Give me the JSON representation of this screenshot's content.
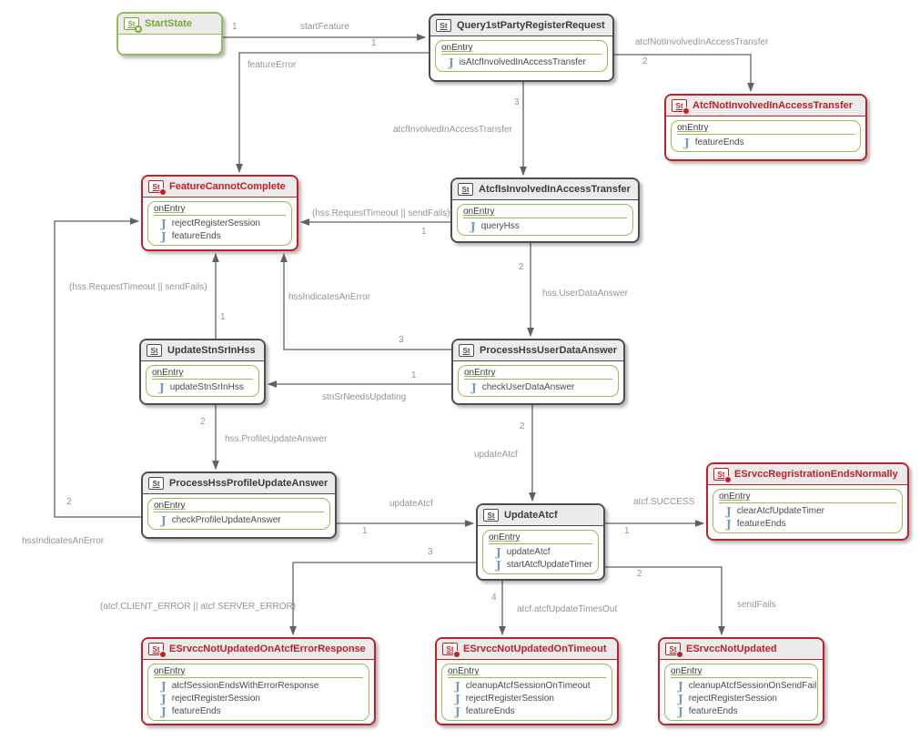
{
  "icons": {
    "state_glyph": "St",
    "action_glyph": "J"
  },
  "colors": {
    "normal_border": "#4d4d4d",
    "end_border": "#c12126",
    "start_border": "#94bd55",
    "compartment_green": "#94bd55",
    "action_icon_blue": "#7b99b5",
    "wire_grey": "#616161",
    "label_grey": "#949494"
  },
  "states": [
    {
      "title": "StartState",
      "kind": "start",
      "on_entry": "",
      "actions": []
    },
    {
      "title": "Query1stPartyRegisterRequest",
      "kind": "normal",
      "on_entry": "onEntry",
      "actions": [
        "isAtcfInvolvedInAccessTransfer"
      ]
    },
    {
      "title": "AtcfNotInvolvedInAccessTransfer",
      "kind": "end",
      "on_entry": "onEntry",
      "actions": [
        "featureEnds"
      ]
    },
    {
      "title": "FeatureCannotComplete",
      "kind": "end",
      "on_entry": "onEntry",
      "actions": [
        "rejectRegisterSession",
        "featureEnds"
      ]
    },
    {
      "title": "AtcfIsInvolvedInAccessTransfer",
      "kind": "normal",
      "on_entry": "onEntry",
      "actions": [
        "queryHss"
      ]
    },
    {
      "title": "UpdateStnSrInHss",
      "kind": "normal",
      "on_entry": "onEntry",
      "actions": [
        "updateStnSrInHss"
      ]
    },
    {
      "title": "ProcessHssUserDataAnswer",
      "kind": "normal",
      "on_entry": "onEntry",
      "actions": [
        "checkUserDataAnswer"
      ]
    },
    {
      "title": "ProcessHssProfileUpdateAnswer",
      "kind": "normal",
      "on_entry": "onEntry",
      "actions": [
        "checkProfileUpdateAnswer"
      ]
    },
    {
      "title": "UpdateAtcf",
      "kind": "normal",
      "on_entry": "onEntry",
      "actions": [
        "updateAtcf",
        "startAtcfUpdateTimer"
      ]
    },
    {
      "title": "ESrvccRegristrationEndsNormally",
      "kind": "end",
      "on_entry": "onEntry",
      "actions": [
        "clearAtcfUpdateTimer",
        "featureEnds"
      ]
    },
    {
      "title": "ESrvccNotUpdatedOnAtcfErrorResponse",
      "kind": "end",
      "on_entry": "onEntry",
      "actions": [
        "atcfSessionEndsWithErrorResponse",
        "rejectRegisterSession",
        "featureEnds"
      ]
    },
    {
      "title": "ESrvccNotUpdatedOnTimeout",
      "kind": "end",
      "on_entry": "onEntry",
      "actions": [
        "cleanupAtcfSessionOnTimeout",
        "rejectRegisterSession",
        "featureEnds"
      ]
    },
    {
      "title": "ESrvccNotUpdated",
      "kind": "end",
      "on_entry": "onEntry",
      "actions": [
        "cleanupAtcfSessionOnSendFail",
        "rejectRegisterSession",
        "featureEnds"
      ]
    }
  ],
  "transitions": [
    {
      "num": "1",
      "label": "startFeature"
    },
    {
      "num": "1",
      "label": "featureError"
    },
    {
      "num": "2",
      "label": "atcfNotInvolvedInAccessTransfer"
    },
    {
      "num": "3",
      "label": "atcfInvolvedInAccessTransfer"
    },
    {
      "num": "1",
      "label": "(hss.RequestTimeout || sendFails)"
    },
    {
      "num": "2",
      "label": "hss.UserDataAnswer"
    },
    {
      "num": "1",
      "label": "(hss.RequestTimeout || sendFails)"
    },
    {
      "num": "3",
      "label": "hssIndicatesAnError"
    },
    {
      "num": "1",
      "label": "stnSrNeedsUpdating"
    },
    {
      "num": "2",
      "label": "hss.ProfileUpdateAnswer"
    },
    {
      "num": "1",
      "label": "updateAtcf"
    },
    {
      "num": "2",
      "label": "updateAtcf"
    },
    {
      "num": "1",
      "label": "atcf.SUCCESS"
    },
    {
      "num": "3",
      "label": "(atcf.CLIENT_ERROR || atcf.SERVER_ERROR)"
    },
    {
      "num": "4",
      "label": "atcf.atcfUpdateTimesOut"
    },
    {
      "num": "2",
      "label": "sendFails"
    },
    {
      "num": "2",
      "label": "hssIndicatesAnError"
    }
  ]
}
